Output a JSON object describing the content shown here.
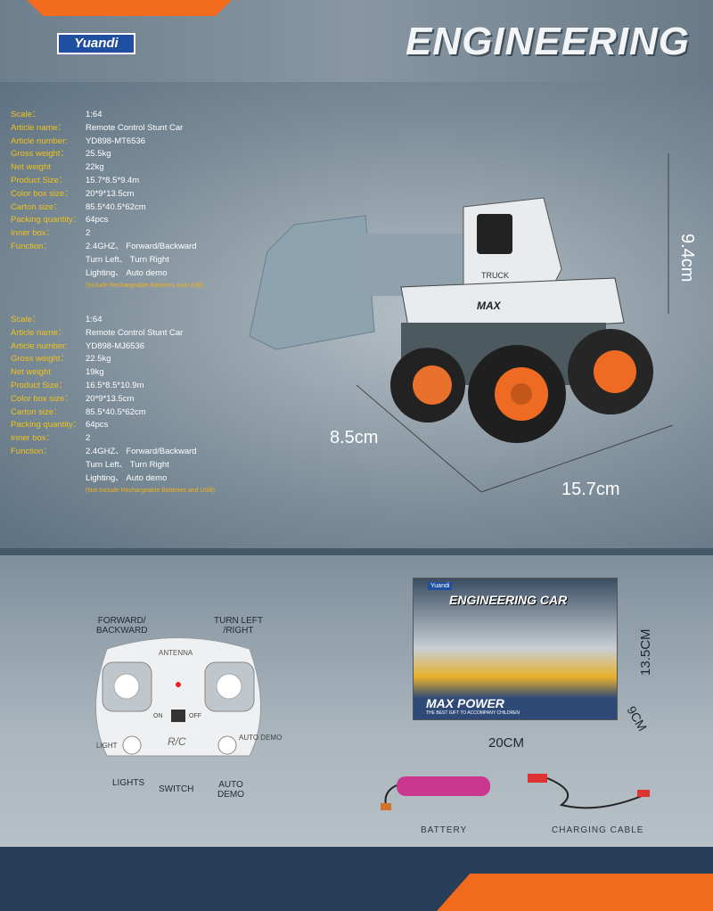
{
  "header": {
    "logo": "Yuandi",
    "title": "ENGINEERING"
  },
  "specs": [
    {
      "rows": [
        [
          "Scale：",
          "1:64"
        ],
        [
          "Article name：",
          "Remote Control Stunt Car"
        ],
        [
          "Article number:",
          "YD898-MT6536"
        ],
        [
          "Gross weight：",
          "25.5kg"
        ],
        [
          "Net weight",
          "22kg"
        ],
        [
          "Product Size：",
          "15.7*8.5*9.4m"
        ],
        [
          "Color box size：",
          "20*9*13.5cm"
        ],
        [
          "Carton size：",
          "85.5*40.5*62cm"
        ],
        [
          "Packing quantity：",
          "64pcs"
        ],
        [
          "Inner box：",
          "2"
        ]
      ],
      "function_label": "Function：",
      "function": [
        "2.4GHZ、 Forward/Backward",
        "Turn Left、 Turn Right",
        "Lighting、 Auto demo"
      ],
      "note": "(Include Rechargeable Batteries and USB)"
    },
    {
      "rows": [
        [
          "Scale：",
          "1:64"
        ],
        [
          "Article name：",
          "Remote Control Stunt Car"
        ],
        [
          "Article number:",
          "YD898-MJ6536"
        ],
        [
          "Gross weight：",
          "22.5kg"
        ],
        [
          "Net weight",
          "19kg"
        ],
        [
          "Product Size：",
          "16.5*8.5*10.9m"
        ],
        [
          "Color box size：",
          "20*9*13.5cm"
        ],
        [
          "Carton size：",
          "85.5*40.5*62cm"
        ],
        [
          "Packing quantity：",
          "64pcs"
        ],
        [
          "Inner box：",
          "2"
        ]
      ],
      "function_label": "Function：",
      "function": [
        "2.4GHZ、 Forward/Backward",
        "Turn Left、 Turn Right",
        "Lighting、 Auto demo"
      ],
      "note": "(Not Include Rechargeable Batteries and USB)"
    }
  ],
  "dimensions": {
    "height": "9.4cm",
    "width": "8.5cm",
    "length": "15.7cm"
  },
  "truck": {
    "cab_label": "TRUCK",
    "brand": "MAX"
  },
  "remote": {
    "forward": "FORWARD/\nBACKWARD",
    "turn": "TURN LEFT\n/RIGHT",
    "antenna": "ANTENNA",
    "on": "ON",
    "off": "OFF",
    "light": "LIGHT",
    "auto_demo_small": "AUTO DEMO",
    "rc": "R/C",
    "lights": "LIGHTS",
    "switch": "SWITCH",
    "auto_demo": "AUTO\nDEMO"
  },
  "box": {
    "logo": "Yuandi",
    "title": "ENGINEERING CAR",
    "slogan": "MAX POWER",
    "tagline": "THE BEST GIFT TO ACCOMPANY CHILDREN",
    "height": "13.5CM",
    "width": "20CM",
    "depth": "9CM"
  },
  "accessories": {
    "battery": "BATTERY",
    "cable": "CHARGING CABLE"
  }
}
